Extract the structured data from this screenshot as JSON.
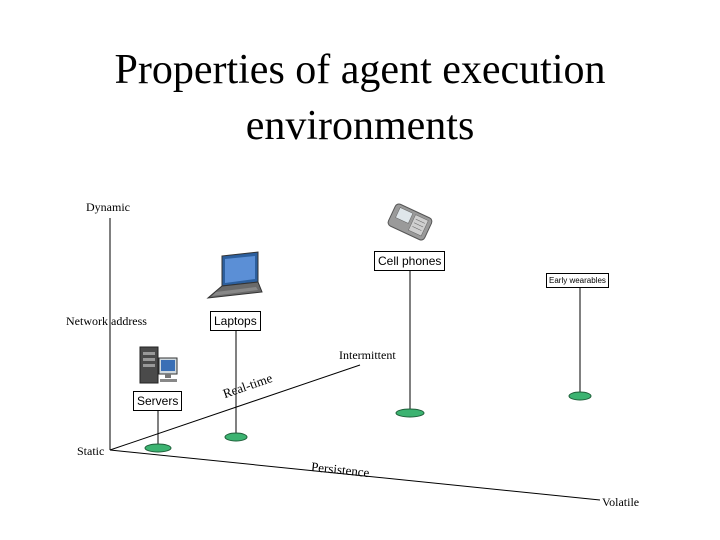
{
  "title": "Properties of agent execution environments",
  "axes": {
    "dynamic": "Dynamic",
    "network_address": "Network address",
    "static": "Static",
    "intermittent": "Intermittent",
    "real_time": "Real-time",
    "persistence": "Persistence",
    "volatile": "Volatile"
  },
  "devices": {
    "cell_phones": "Cell phones",
    "early_wearables": "Early wearables",
    "laptops": "Laptops",
    "servers": "Servers"
  },
  "icons": [
    "cell-phone-icon",
    "laptop-icon",
    "server-icon"
  ],
  "colors": {
    "marker": "#3cb371",
    "line": "#000000"
  }
}
